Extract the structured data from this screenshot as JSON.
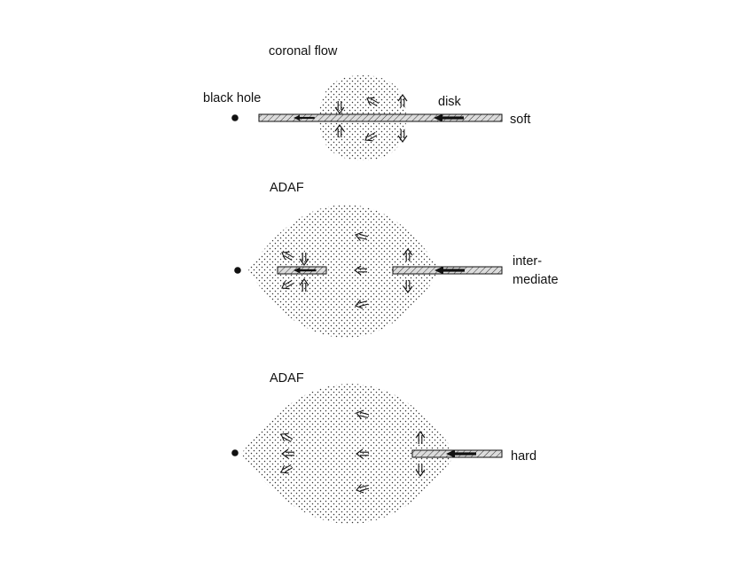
{
  "panels": [
    {
      "state_label": "soft",
      "flow_label": "coronal flow",
      "black_hole_label": "black hole",
      "disk_label": "disk"
    },
    {
      "state_label_lines": [
        "inter-",
        "mediate"
      ],
      "flow_label": "ADAF"
    },
    {
      "state_label": "hard",
      "flow_label": "ADAF"
    }
  ],
  "colors": {
    "ink": "#111111",
    "dots": "#333333",
    "disk_fill": "#dcdcdc",
    "background": "#ffffff"
  }
}
